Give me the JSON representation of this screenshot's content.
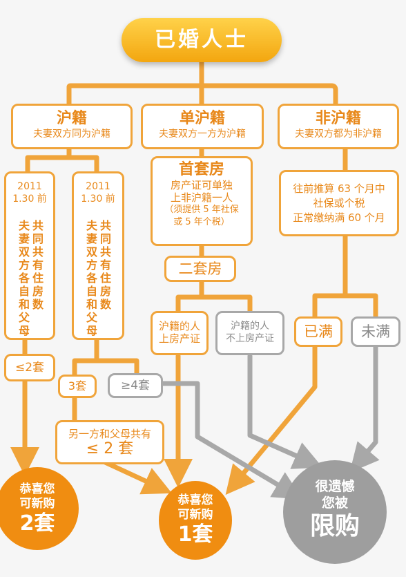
{
  "title": "已婚人士",
  "branches": {
    "hu": {
      "heading": "沪籍",
      "sub": "夫妻双方同为沪籍"
    },
    "single": {
      "heading": "单沪籍",
      "sub": "夫妻双方一方为沪籍"
    },
    "nonhu": {
      "heading": "非沪籍",
      "sub": "夫妻双方都为非沪籍"
    }
  },
  "hu_left": {
    "date": "2011",
    "date2": "1.30 前",
    "col1": "夫妻双方各自和父母",
    "col2": "共同共有住房数"
  },
  "hu_right": {
    "date": "2011",
    "date2": "1.30 前",
    "col1": "夫妻双方各自和父母",
    "col2": "共同共有住房数"
  },
  "count_le2": "≤2套",
  "count_3": "3套",
  "count_ge4": "≥4套",
  "other_share": {
    "line1": "另一方和父母共有",
    "line2": "≤ 2 套"
  },
  "first_home": {
    "heading": "首套房",
    "l1": "房产证可单独",
    "l2": "上非沪籍一人",
    "l3": "（须提供 5 年社保",
    "l4": "或 5 年个税）"
  },
  "second_home": "二套房",
  "hu_on_cert": {
    "l1": "沪籍的人",
    "l2": "上房产证"
  },
  "hu_not_on_cert": {
    "l1": "沪籍的人",
    "l2": "不上房产证"
  },
  "nonhu_rule": {
    "l1": "往前推算 63 个月中",
    "l2": "社保或个税",
    "l3": "正常缴纳满 60 个月"
  },
  "full": "已满",
  "not_full": "未满",
  "result_two": {
    "l1": "恭喜您",
    "l2": "可新购",
    "l3": "2套"
  },
  "result_one": {
    "l1": "恭喜您",
    "l2": "可新购",
    "l3": "1套"
  },
  "result_limited": {
    "l1": "很遗憾",
    "l2": "您被",
    "l3": "限购"
  },
  "colors": {
    "orange": "#f0a43a",
    "result_orange": "#f08d11",
    "gray": "#a8a8a8",
    "title_gold": "#f3a60f"
  }
}
